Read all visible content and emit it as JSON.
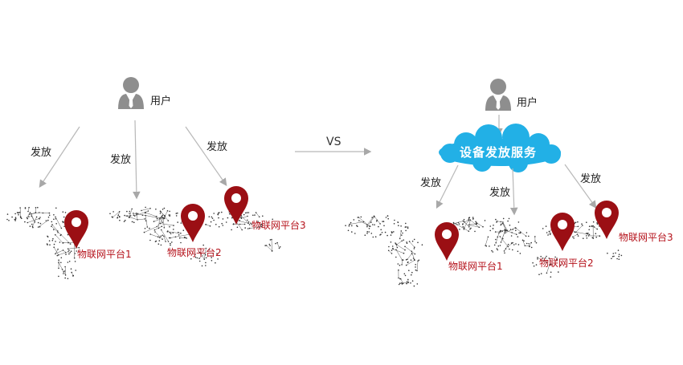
{
  "left": {
    "user_label": "用户",
    "arrow_labels": [
      "发放",
      "发放",
      "发放"
    ],
    "platforms": [
      "物联网平台1",
      "物联网平台2",
      "物联网平台3"
    ]
  },
  "vs_label": "VS",
  "right": {
    "user_label": "用户",
    "service_label": "设备发放服务",
    "arrow_labels": [
      "发放",
      "发放",
      "发放"
    ],
    "platforms": [
      "物联网平台1",
      "物联网平台2",
      "物联网平台3"
    ]
  },
  "colors": {
    "pin": "#9b0f14",
    "platform_text": "#b5121b",
    "cloud": "#22b0e6",
    "user_icon": "#8e8e8e",
    "arrow": "#b0b0b0",
    "map": "#555555"
  }
}
